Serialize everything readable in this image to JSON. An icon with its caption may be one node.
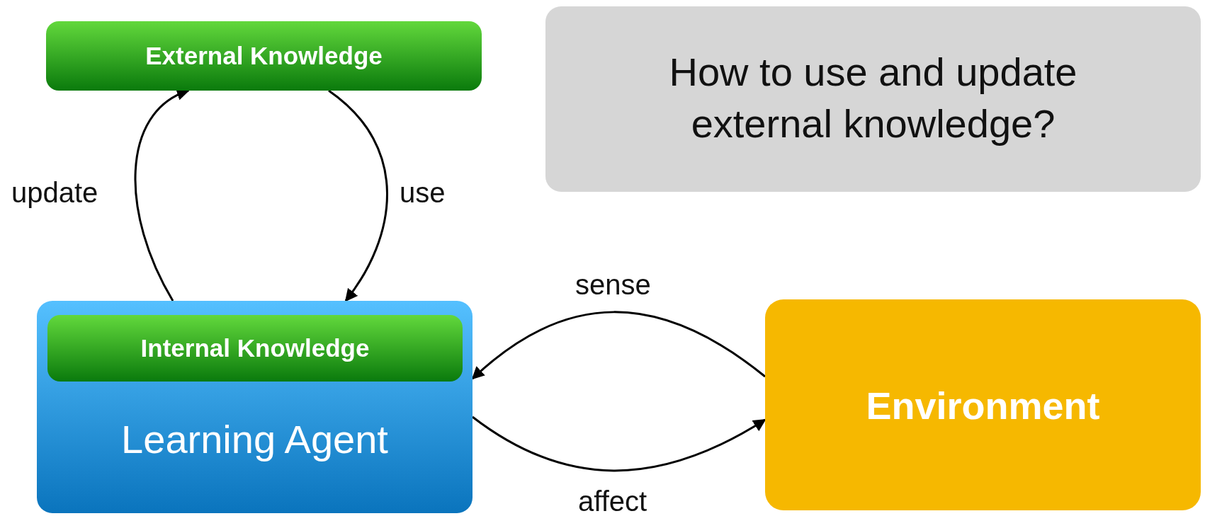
{
  "diagram": {
    "nodes": [
      {
        "text": [
          "External Knowledge"
        ]
      },
      {
        "text": [
          "How to use and update external knowledge?"
        ]
      },
      {
        "text": [
          "Learning Agent"
        ]
      },
      {
        "text": [
          "Internal Knowledge"
        ],
        "in": 2
      },
      {
        "text": [
          "Environment"
        ]
      }
    ],
    "edges": [
      {
        "from": 2,
        "to": 0,
        "arrow": "to",
        "label": "update"
      },
      {
        "from": 0,
        "to": 2,
        "arrow": "to",
        "label": "use"
      },
      {
        "from": 4,
        "to": 2,
        "arrow": "to",
        "label": "sense"
      },
      {
        "from": 2,
        "to": 4,
        "arrow": "to",
        "label": "affect"
      }
    ]
  }
}
